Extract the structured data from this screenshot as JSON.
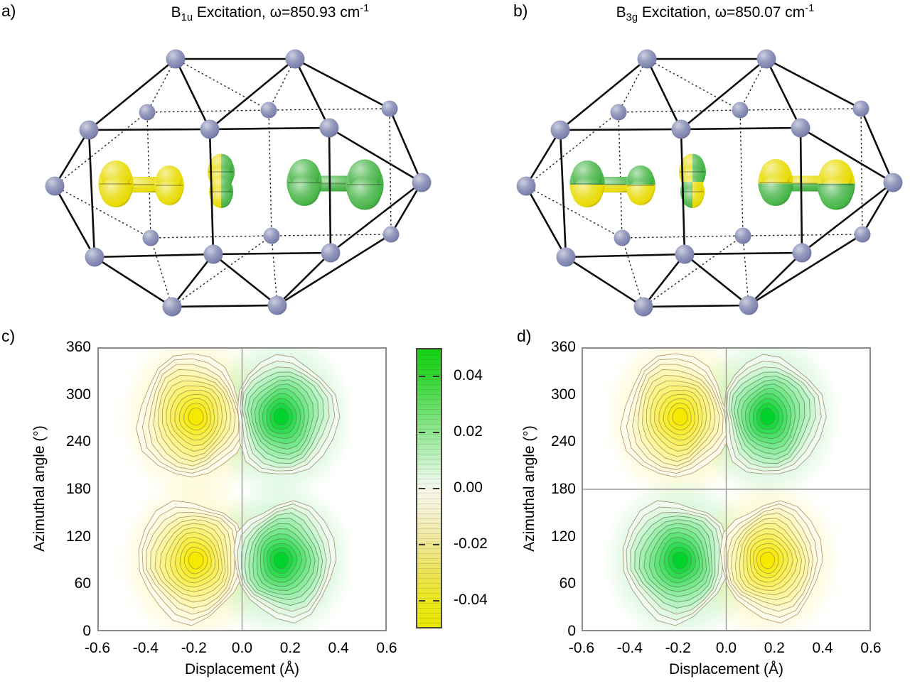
{
  "panel_letters": {
    "a": "a)",
    "b": "b)",
    "c": "c)",
    "d": "d)"
  },
  "titles": {
    "a": {
      "element": "B",
      "sub": "1u",
      "text": " Excitation, ω=850.93 cm",
      "sup": "-1"
    },
    "b": {
      "element": "B",
      "sub": "3g",
      "text": " Excitation, ω=850.07 cm",
      "sup": "-1"
    }
  },
  "molecule": {
    "atom_color": "#7b81ad",
    "phase_colors": {
      "positive": "#46b446",
      "negative": "#e8da00"
    },
    "cage": {
      "atom_radius_front": 13.5,
      "atom_radius_back": 11.5,
      "nodes": {
        "tL": [
          217,
          28,
          "front"
        ],
        "tR": [
          385,
          28,
          "front"
        ],
        "bTL": [
          177,
          103,
          "back"
        ],
        "bTM": [
          348,
          100,
          "back"
        ],
        "bTR": [
          518,
          98,
          "back"
        ],
        "fTL": [
          95,
          128,
          "front"
        ],
        "fTM": [
          265,
          127,
          "front"
        ],
        "fTR": [
          433,
          125,
          "front"
        ],
        "lM": [
          47,
          207,
          "front"
        ],
        "rM": [
          563,
          202,
          "front"
        ],
        "bBL": [
          182,
          280,
          "back"
        ],
        "bBM": [
          352,
          277,
          "back"
        ],
        "bBR": [
          520,
          275,
          "back"
        ],
        "fBL": [
          103,
          307,
          "front"
        ],
        "fBM": [
          270,
          303,
          "front"
        ],
        "fBR": [
          435,
          301,
          "front"
        ],
        "boL": [
          212,
          377,
          "front"
        ],
        "boR": [
          360,
          375,
          "front"
        ]
      },
      "solid_edges": [
        [
          "tL",
          "tR"
        ],
        [
          "tL",
          "fTL"
        ],
        [
          "tL",
          "fTM"
        ],
        [
          "tR",
          "fTM"
        ],
        [
          "tR",
          "fTR"
        ],
        [
          "tR",
          "bTR"
        ],
        [
          "fTL",
          "fTM"
        ],
        [
          "fTM",
          "fTR"
        ],
        [
          "fTL",
          "fBL"
        ],
        [
          "fTM",
          "fBM"
        ],
        [
          "fTR",
          "fBR"
        ],
        [
          "fBL",
          "fBM"
        ],
        [
          "fBM",
          "fBR"
        ],
        [
          "lM",
          "fTL"
        ],
        [
          "lM",
          "fBL"
        ],
        [
          "rM",
          "bTR"
        ],
        [
          "rM",
          "bBR"
        ],
        [
          "rM",
          "fTR"
        ],
        [
          "rM",
          "fBR"
        ],
        [
          "fBL",
          "boL"
        ],
        [
          "fBM",
          "boL"
        ],
        [
          "fBM",
          "boR"
        ],
        [
          "fBR",
          "boR"
        ],
        [
          "boL",
          "boR"
        ],
        [
          "boR",
          "bBR"
        ]
      ],
      "dashed_edges": [
        [
          "bTL",
          "bTM"
        ],
        [
          "bTM",
          "bTR"
        ],
        [
          "bBL",
          "bBM"
        ],
        [
          "bBM",
          "bBR"
        ],
        [
          "bTL",
          "bBL"
        ],
        [
          "bTM",
          "bBM"
        ],
        [
          "bTR",
          "bBR"
        ],
        [
          "tL",
          "bTL"
        ],
        [
          "tL",
          "bTM"
        ],
        [
          "tR",
          "bTM"
        ],
        [
          "lM",
          "bTL"
        ],
        [
          "lM",
          "bBL"
        ],
        [
          "boL",
          "bBL"
        ],
        [
          "boL",
          "bBM"
        ],
        [
          "boR",
          "bBM"
        ]
      ]
    },
    "orbitals": [
      {
        "lobes": [
          [
            133,
            204,
            26
          ],
          [
            208,
            206,
            22
          ]
        ],
        "bar": true
      },
      {
        "lobes": [
          [
            281,
            187,
            20
          ],
          [
            281,
            215,
            18
          ]
        ],
        "bar": false
      },
      {
        "lobes": [
          [
            398,
            202,
            26
          ],
          [
            483,
            205,
            28
          ]
        ],
        "bar": true
      }
    ],
    "phase_patterns": {
      "a": [
        [
          {
            "color": "negative",
            "clip": "full"
          }
        ],
        [
          {
            "color": "negative",
            "clip": "left"
          },
          {
            "color": "positive",
            "clip": "right"
          }
        ],
        [
          {
            "color": "positive",
            "clip": "full"
          }
        ]
      ],
      "b": [
        [
          {
            "color": "positive",
            "clip": "top"
          },
          {
            "color": "negative",
            "clip": "bottom"
          }
        ],
        [
          {
            "color": "negative",
            "clip": "tl"
          },
          {
            "color": "positive",
            "clip": "tr"
          },
          {
            "color": "positive",
            "clip": "bl"
          },
          {
            "color": "negative",
            "clip": "br"
          }
        ],
        [
          {
            "color": "negative",
            "clip": "top"
          },
          {
            "color": "positive",
            "clip": "bottom"
          }
        ]
      ]
    }
  },
  "chart_data": [
    {
      "type": "contour",
      "panel": "c",
      "xlabel": "Displacement (Å)",
      "ylabel": "Azimuthal angle (°)",
      "xlim": [
        -0.6,
        0.6
      ],
      "ylim": [
        0,
        360
      ],
      "xticks": [
        -0.6,
        -0.4,
        -0.2,
        0.0,
        0.2,
        0.4,
        0.6
      ],
      "xtick_labels": [
        "-0.6",
        "-0.4",
        "-0.2",
        "0.0",
        "0.2",
        "0.4",
        "0.6"
      ],
      "yticks": [
        0,
        60,
        120,
        180,
        240,
        300,
        360
      ],
      "ytick_labels": [
        "0",
        "60",
        "120",
        "180",
        "240",
        "300",
        "360"
      ],
      "grid": false,
      "divider_x": 0.0,
      "divider_y": null,
      "n_contour_levels": 12,
      "lobes": [
        {
          "cx": -0.19,
          "cy": 272,
          "rx": 0.22,
          "ry": 78,
          "sign": -1,
          "peak": -0.05,
          "color": "negative",
          "point": "left"
        },
        {
          "cx": 0.16,
          "cy": 272,
          "rx": 0.21,
          "ry": 76,
          "sign": 1,
          "peak": 0.05,
          "color": "positive",
          "point": "right"
        },
        {
          "cx": -0.19,
          "cy": 90,
          "rx": 0.22,
          "ry": 76,
          "sign": -1,
          "peak": -0.05,
          "color": "negative",
          "point": "left"
        },
        {
          "cx": 0.16,
          "cy": 90,
          "rx": 0.21,
          "ry": 74,
          "sign": 1,
          "peak": 0.05,
          "color": "positive",
          "point": "right"
        }
      ]
    },
    {
      "type": "contour",
      "panel": "d",
      "xlabel": "Displacement (Å)",
      "ylabel": "Azimuthal angle (°)",
      "xlim": [
        -0.6,
        0.6
      ],
      "ylim": [
        0,
        360
      ],
      "xticks": [
        -0.6,
        -0.4,
        -0.2,
        0.0,
        0.2,
        0.4,
        0.6
      ],
      "xtick_labels": [
        "-0.6",
        "-0.4",
        "-0.2",
        "0.0",
        "0.2",
        "0.4",
        "0.6"
      ],
      "yticks": [
        0,
        60,
        120,
        180,
        240,
        300,
        360
      ],
      "ytick_labels": [
        "0",
        "60",
        "120",
        "180",
        "240",
        "300",
        "360"
      ],
      "grid": false,
      "divider_x": 0.0,
      "divider_y": 180,
      "n_contour_levels": 12,
      "lobes": [
        {
          "cx": -0.19,
          "cy": 272,
          "rx": 0.22,
          "ry": 78,
          "sign": -1,
          "peak": -0.05,
          "color": "negative",
          "point": "left"
        },
        {
          "cx": 0.17,
          "cy": 272,
          "rx": 0.21,
          "ry": 76,
          "sign": 1,
          "peak": 0.05,
          "color": "positive",
          "point": "right"
        },
        {
          "cx": -0.19,
          "cy": 90,
          "rx": 0.22,
          "ry": 76,
          "sign": 1,
          "peak": 0.05,
          "color": "positive",
          "point": "left"
        },
        {
          "cx": 0.17,
          "cy": 90,
          "rx": 0.21,
          "ry": 74,
          "sign": -1,
          "peak": -0.05,
          "color": "negative",
          "point": "right"
        }
      ]
    }
  ],
  "colorbar": {
    "min": -0.05,
    "max": 0.05,
    "ticks": [
      {
        "value": 0.04,
        "label": "0.04"
      },
      {
        "value": 0.02,
        "label": "0.02"
      },
      {
        "value": 0.0,
        "label": "0.00"
      },
      {
        "value": -0.02,
        "label": "-0.02"
      },
      {
        "value": -0.04,
        "label": "-0.04"
      }
    ]
  }
}
